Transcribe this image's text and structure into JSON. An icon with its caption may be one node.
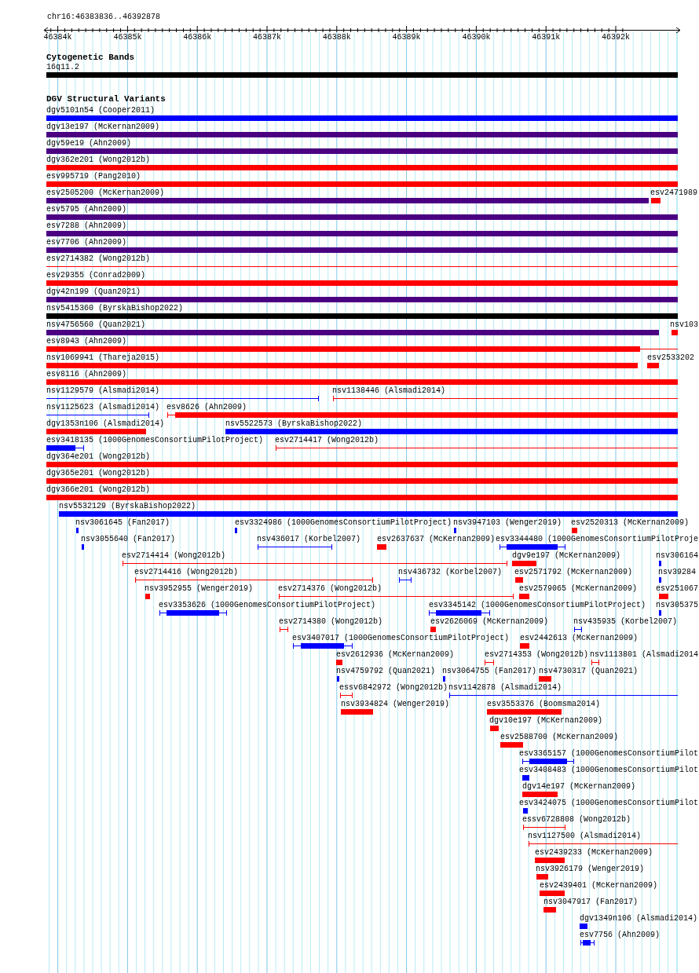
{
  "diagram": {
    "nodes": [
      {
        "text": [
          "16q11.2"
        ]
      },
      {
        "text": [
          "dgv5101n54 (Cooper2011)"
        ]
      },
      {
        "text": [
          "dgv13e197 (McKernan2009)"
        ]
      },
      {
        "text": [
          "dgv59e19 (Ahn2009)"
        ]
      },
      {
        "text": [
          "dgv362e201 (Wong2012b)"
        ]
      },
      {
        "text": [
          "esv995719 (Pang2010)"
        ]
      },
      {
        "text": [
          "esv2505200 (McKernan2009)"
        ]
      },
      {
        "text": [
          "esv2471989"
        ]
      },
      {
        "text": [
          "esv5795 (Ahn2009)"
        ]
      },
      {
        "text": [
          "esv7288 (Ahn2009)"
        ]
      },
      {
        "text": [
          "esv7706 (Ahn2009)"
        ]
      },
      {
        "text": [
          "esv2714382 (Wong2012b)"
        ]
      },
      {
        "text": [
          "esv29355 (Conrad2009)"
        ]
      },
      {
        "text": [
          "dgv42n199 (Quan2021)"
        ]
      },
      {
        "text": [
          "nsv5415360 (ByrskaBishop2022)"
        ]
      },
      {
        "text": [
          "nsv4756560 (Quan2021)"
        ]
      },
      {
        "text": [
          "nsv103"
        ]
      },
      {
        "text": [
          "esv8943 (Ahn2009)"
        ]
      },
      {
        "text": [
          "nsv1069941 (Thareja2015)"
        ]
      },
      {
        "text": [
          "esv2533202"
        ]
      },
      {
        "text": [
          "esv8116 (Ahn2009)"
        ]
      },
      {
        "text": [
          "nsv1129579 (Alsmadi2014)"
        ]
      },
      {
        "text": [
          "nsv1138446 (Alsmadi2014)"
        ]
      },
      {
        "text": [
          "nsv1125623 (Alsmadi2014)"
        ]
      },
      {
        "text": [
          "esv8626 (Ahn2009)"
        ]
      },
      {
        "text": [
          "dgv1353n106 (Alsmadi2014)"
        ]
      },
      {
        "text": [
          "nsv5522573 (ByrskaBishop2022)"
        ]
      },
      {
        "text": [
          "esv3418135 (1000GenomesConsortiumPilotProject)"
        ]
      },
      {
        "text": [
          "esv2714417 (Wong2012b)"
        ]
      },
      {
        "text": [
          "dgv364e201 (Wong2012b)"
        ]
      },
      {
        "text": [
          "dgv365e201 (Wong2012b)"
        ]
      },
      {
        "text": [
          "dgv366e201 (Wong2012b)"
        ]
      },
      {
        "text": [
          "nsv5532129 (ByrskaBishop2022)"
        ]
      },
      {
        "text": [
          "nsv3061645 (Fan2017)"
        ]
      },
      {
        "text": [
          "esv3324986 (1000GenomesConsortiumPilotProject)"
        ]
      },
      {
        "text": [
          "nsv3947103 (Wenger2019)"
        ]
      },
      {
        "text": [
          "esv2520313 (McKernan2009)"
        ]
      },
      {
        "text": [
          "nsv3055640 (Fan2017)"
        ]
      },
      {
        "text": [
          "nsv436017 (Korbel2007)"
        ]
      },
      {
        "text": [
          "esv2637637 (McKernan2009)"
        ]
      },
      {
        "text": [
          "esv3344480 (1000GenomesConsortiumPilotProje"
        ]
      },
      {
        "text": [
          "esv2714414 (Wong2012b)"
        ]
      },
      {
        "text": [
          "dgv9e197 (McKernan2009)"
        ]
      },
      {
        "text": [
          "nsv306164"
        ]
      },
      {
        "text": [
          "esv2714416 (Wong2012b)"
        ]
      },
      {
        "text": [
          "nsv436732 (Korbel2007)"
        ]
      },
      {
        "text": [
          "esv2571792 (McKernan2009)"
        ]
      },
      {
        "text": [
          "nsv39284"
        ]
      },
      {
        "text": [
          "nsv3952955 (Wenger2019)"
        ]
      },
      {
        "text": [
          "esv2714376 (Wong2012b)"
        ]
      },
      {
        "text": [
          "esv2579065 (McKernan2009)"
        ]
      },
      {
        "text": [
          "esv251067"
        ]
      },
      {
        "text": [
          "esv3353626 (1000GenomesConsortiumPilotProject)"
        ]
      },
      {
        "text": [
          "esv3345142 (1000GenomesConsortiumPilotProject)"
        ]
      },
      {
        "text": [
          "nsv305375"
        ]
      },
      {
        "text": [
          "esv2714380 (Wong2012b)"
        ]
      },
      {
        "text": [
          "esv2626069 (McKernan2009)"
        ]
      },
      {
        "text": [
          "nsv435935 (Korbel2007)"
        ]
      },
      {
        "text": [
          "esv3407017 (1000GenomesConsortiumPilotProject)"
        ]
      },
      {
        "text": [
          "esv2442613 (McKernan2009)"
        ]
      },
      {
        "text": [
          "esv2612936 (McKernan2009)"
        ]
      },
      {
        "text": [
          "esv2714353 (Wong2012b)"
        ]
      },
      {
        "text": [
          "nsv1113801 (Alsmadi2014"
        ]
      },
      {
        "text": [
          "nsv4759792 (Quan2021)"
        ]
      },
      {
        "text": [
          "nsv3064755 (Fan2017)"
        ]
      },
      {
        "text": [
          "nsv4730317 (Quan2021)"
        ]
      },
      {
        "text": [
          "essv6842972 (Wong2012b)"
        ]
      },
      {
        "text": [
          "nsv1142878 (Alsmadi2014)"
        ]
      },
      {
        "text": [
          "nsv3934824 (Wenger2019)"
        ]
      },
      {
        "text": [
          "esv3553376 (Boomsma2014)"
        ]
      },
      {
        "text": [
          "dgv10e197 (McKernan2009)"
        ]
      },
      {
        "text": [
          "esv2588700 (McKernan2009)"
        ]
      },
      {
        "text": [
          "esv3365157 (1000GenomesConsortiumPilot"
        ]
      },
      {
        "text": [
          "esv3408483 (1000GenomesConsortiumPilot"
        ]
      },
      {
        "text": [
          "dgv14e197 (McKernan2009)"
        ]
      },
      {
        "text": [
          "esv3424075 (1000GenomesConsortiumPilot"
        ]
      },
      {
        "text": [
          "essv6728808 (Wong2012b)"
        ]
      },
      {
        "text": [
          "nsv1127500 (Alsmadi2014)"
        ]
      },
      {
        "text": [
          "esv2439233 (McKernan2009)"
        ]
      },
      {
        "text": [
          "nsv3926179 (Wenger2019)"
        ]
      },
      {
        "text": [
          "esv2439401 (McKernan2009)"
        ]
      },
      {
        "text": [
          "nsv3047917 (Fan2017)"
        ]
      },
      {
        "text": [
          "dgv1349n106 (Alsmadi2014)"
        ]
      },
      {
        "text": [
          "esv7756 (Ahn2009)"
        ]
      }
    ],
    "labels": [
      "chr16:46383836..46392878",
      "46384k",
      "46385k",
      "46386k",
      "46387k",
      "46388k",
      "46389k",
      "46390k",
      "46391k",
      "46392k",
      "Cytogenetic Bands",
      "DGV Structural Variants"
    ]
  }
}
